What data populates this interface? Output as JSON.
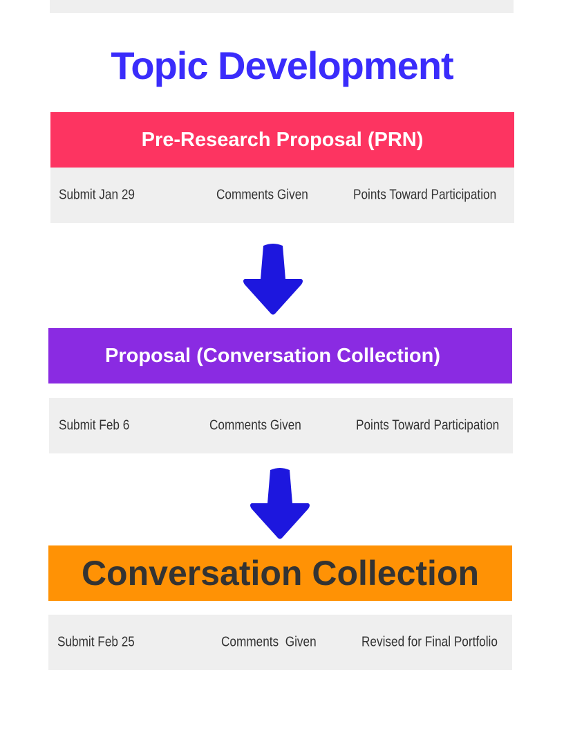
{
  "title": "Topic Development",
  "colors": {
    "title": "#3a2cfb",
    "prn": "#fd3461",
    "proposal": "#8a2be2",
    "collection": "#ff9205",
    "arrow": "#1d17de",
    "row": "#efefef"
  },
  "sections": [
    {
      "header": "Pre-Research Proposal (PRN)",
      "cells": [
        "Submit Jan 29",
        "Comments Given",
        "Points Toward Participation"
      ]
    },
    {
      "header": "Proposal (Conversation Collection)",
      "cells": [
        "Submit Feb 6",
        "Comments Given",
        "Points Toward Participation"
      ]
    },
    {
      "header": "Conversation Collection",
      "cells": [
        "Submit Feb 25",
        "Comments  Given",
        "Revised for Final Portfolio"
      ]
    }
  ]
}
